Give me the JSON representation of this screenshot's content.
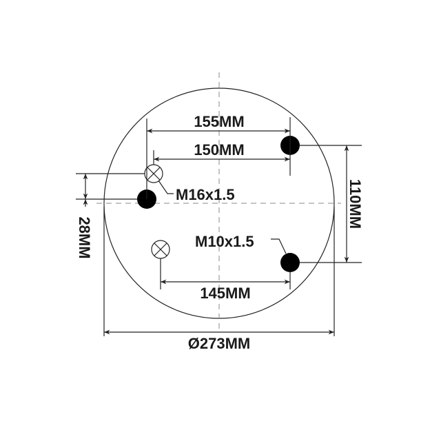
{
  "dimensions": {
    "top_outer": "155MM",
    "top_inner": "150MM",
    "bottom": "145MM",
    "right_vertical": "110MM",
    "left_vertical": "28MM",
    "diameter": "Ø273MM"
  },
  "threads": {
    "large": "M16x1.5",
    "small": "M10x1.5"
  },
  "colors": {
    "line": "#222222",
    "hole": "#000000",
    "centerline": "#888888"
  }
}
